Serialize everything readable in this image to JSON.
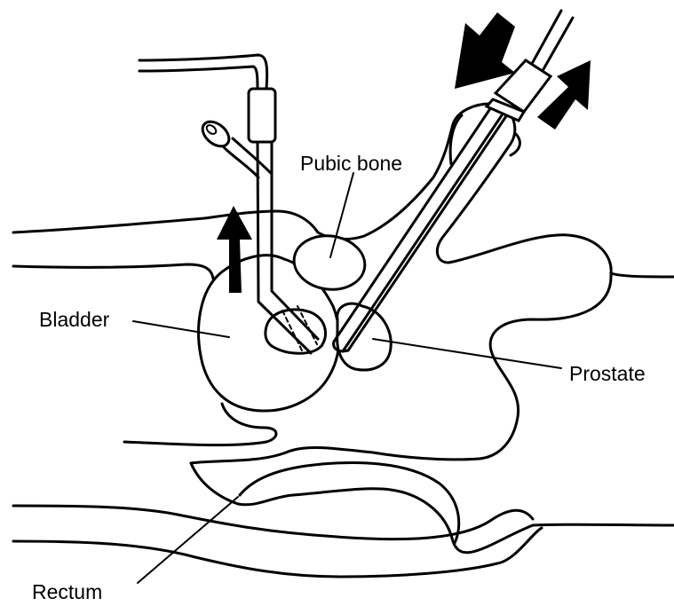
{
  "labels": {
    "pubic_bone": "Pubic bone",
    "bladder": "Bladder",
    "prostate": "Prostate",
    "rectum": "Rectum"
  },
  "colors": {
    "line": "#000000",
    "background": "#ffffff"
  },
  "icons": [
    "arrow-down-left-icon",
    "arrow-up-right-icon",
    "arrow-up-icon"
  ]
}
